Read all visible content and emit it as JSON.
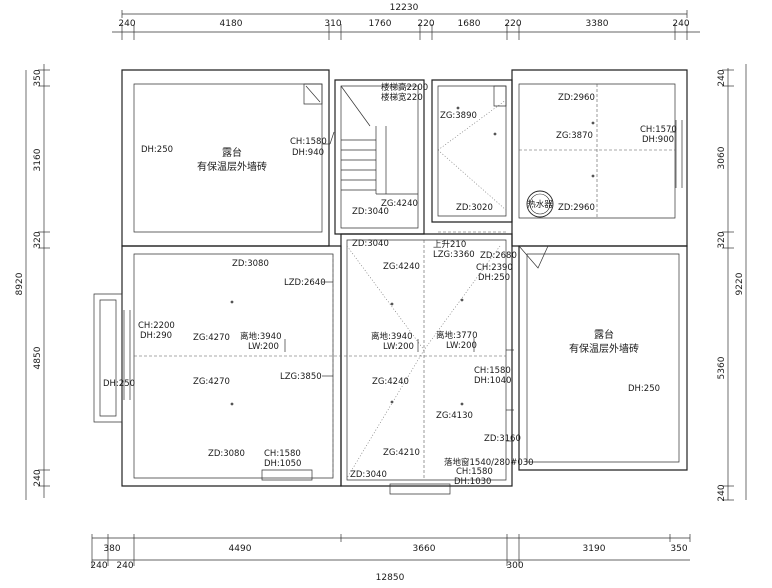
{
  "dimensions": {
    "top_total": "12230",
    "top_segments": [
      "240",
      "4180",
      "310",
      "1760",
      "220",
      "1680",
      "220",
      "3380",
      "240"
    ],
    "bottom_total": "12850",
    "bottom_upper": [
      "380",
      "4490",
      "3660",
      "3190",
      "350"
    ],
    "bottom_lower": [
      "240",
      "240",
      "300"
    ],
    "left_total": "8920",
    "left_segments": [
      "350",
      "3160",
      "320",
      "4850",
      "240"
    ],
    "right_total": "9220",
    "right_segments": [
      "240",
      "3060",
      "320",
      "5360",
      "240"
    ]
  },
  "rooms": {
    "terrace_nw_title": "露台",
    "terrace_nw_sub": "有保温层外墙砖",
    "terrace_e_title": "露台",
    "terrace_e_sub": "有保温层外墙砖"
  },
  "stair": {
    "height_label": "楼梯高2200",
    "width_label": "楼梯宽220"
  },
  "water_heater_label": "热水器",
  "annotations": {
    "dh250_nw": "DH:250",
    "ch1580_a": "CH:1580",
    "dh940": "DH:940",
    "zd3040_a": "ZD:3040",
    "zg4240_a": "ZG:4240",
    "zg3890": "ZG:3890",
    "zd3020": "ZD:3020",
    "zd2960_a": "ZD:2960",
    "zg3870": "ZG:3870",
    "ch1570": "CH:1570",
    "dh900": "DH:900",
    "zd2960_b": "ZD:2960",
    "zd3040_b": "ZD:3040",
    "up210": "上升210",
    "lzg3360": "LZG:3360",
    "zd2680": "ZD:2680",
    "ch2390": "CH:2390",
    "dh250_e": "DH:250",
    "zd3080_a": "ZD:3080",
    "zg4240_b": "ZG:4240",
    "lzd2640": "LZD:2640",
    "ch2200": "CH:2200",
    "dh290": "DH:290",
    "zg4270_a": "ZG:4270",
    "gap3940_a": "离地:3940",
    "lw200_a": "LW:200",
    "gap3940_b": "离地:3940",
    "lw200_b": "LW:200",
    "gap3770": "离地:3770",
    "lw200_c": "LW:200",
    "dh250_w": "DH:250",
    "zg4270_b": "ZG:4270",
    "lzg3850": "LZG:3850",
    "zg4240_c": "ZG:4240",
    "ch1580_b": "CH:1580",
    "dh1040": "DH:1040",
    "dh250_se": "DH:250",
    "zg4130": "ZG:4130",
    "zd3160": "ZD:3160",
    "zg4210": "ZG:4210",
    "zd3080_b": "ZD:3080",
    "ch1580_c": "CH:1580",
    "dh1050": "DH:1050",
    "zd3040_c": "ZD:3040",
    "floor_drain": "落地窗1540/280#030",
    "ch1580_d": "CH:1580",
    "dh1030": "DH:1030"
  }
}
